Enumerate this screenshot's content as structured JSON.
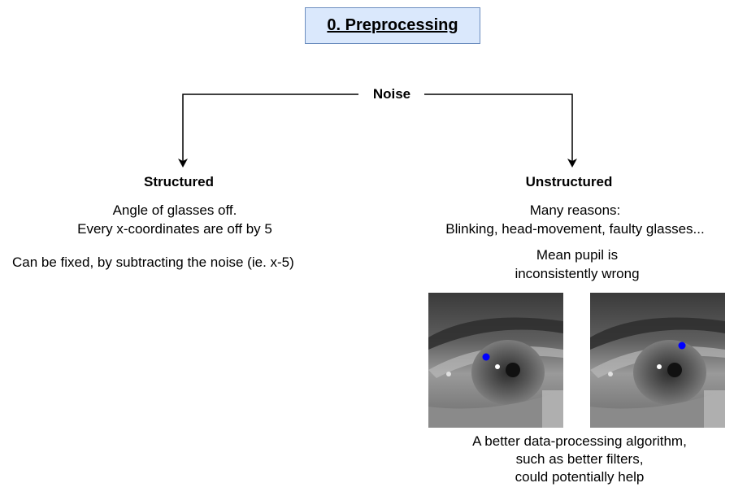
{
  "title": "0. Preprocessing",
  "root": {
    "label": "Noise"
  },
  "structured": {
    "heading": "Structured",
    "line1": "Angle of glasses off.",
    "line2": "Every x-coordinates are off by 5",
    "fix": "Can be fixed, by subtracting the noise (ie. x-5)"
  },
  "unstructured": {
    "heading": "Unstructured",
    "reasons_1": "Many reasons:",
    "reasons_2": "Blinking, head-movement, faulty glasses...",
    "pupil_1": "Mean pupil is",
    "pupil_2": "inconsistently wrong",
    "help_1": "A better data-processing algorithm,",
    "help_2": "such as better filters,",
    "help_3": "could potentially help"
  },
  "colors": {
    "title_fill": "#dae8fc",
    "title_stroke": "#6c8ebf",
    "pupil_marker": "#0000ff"
  }
}
